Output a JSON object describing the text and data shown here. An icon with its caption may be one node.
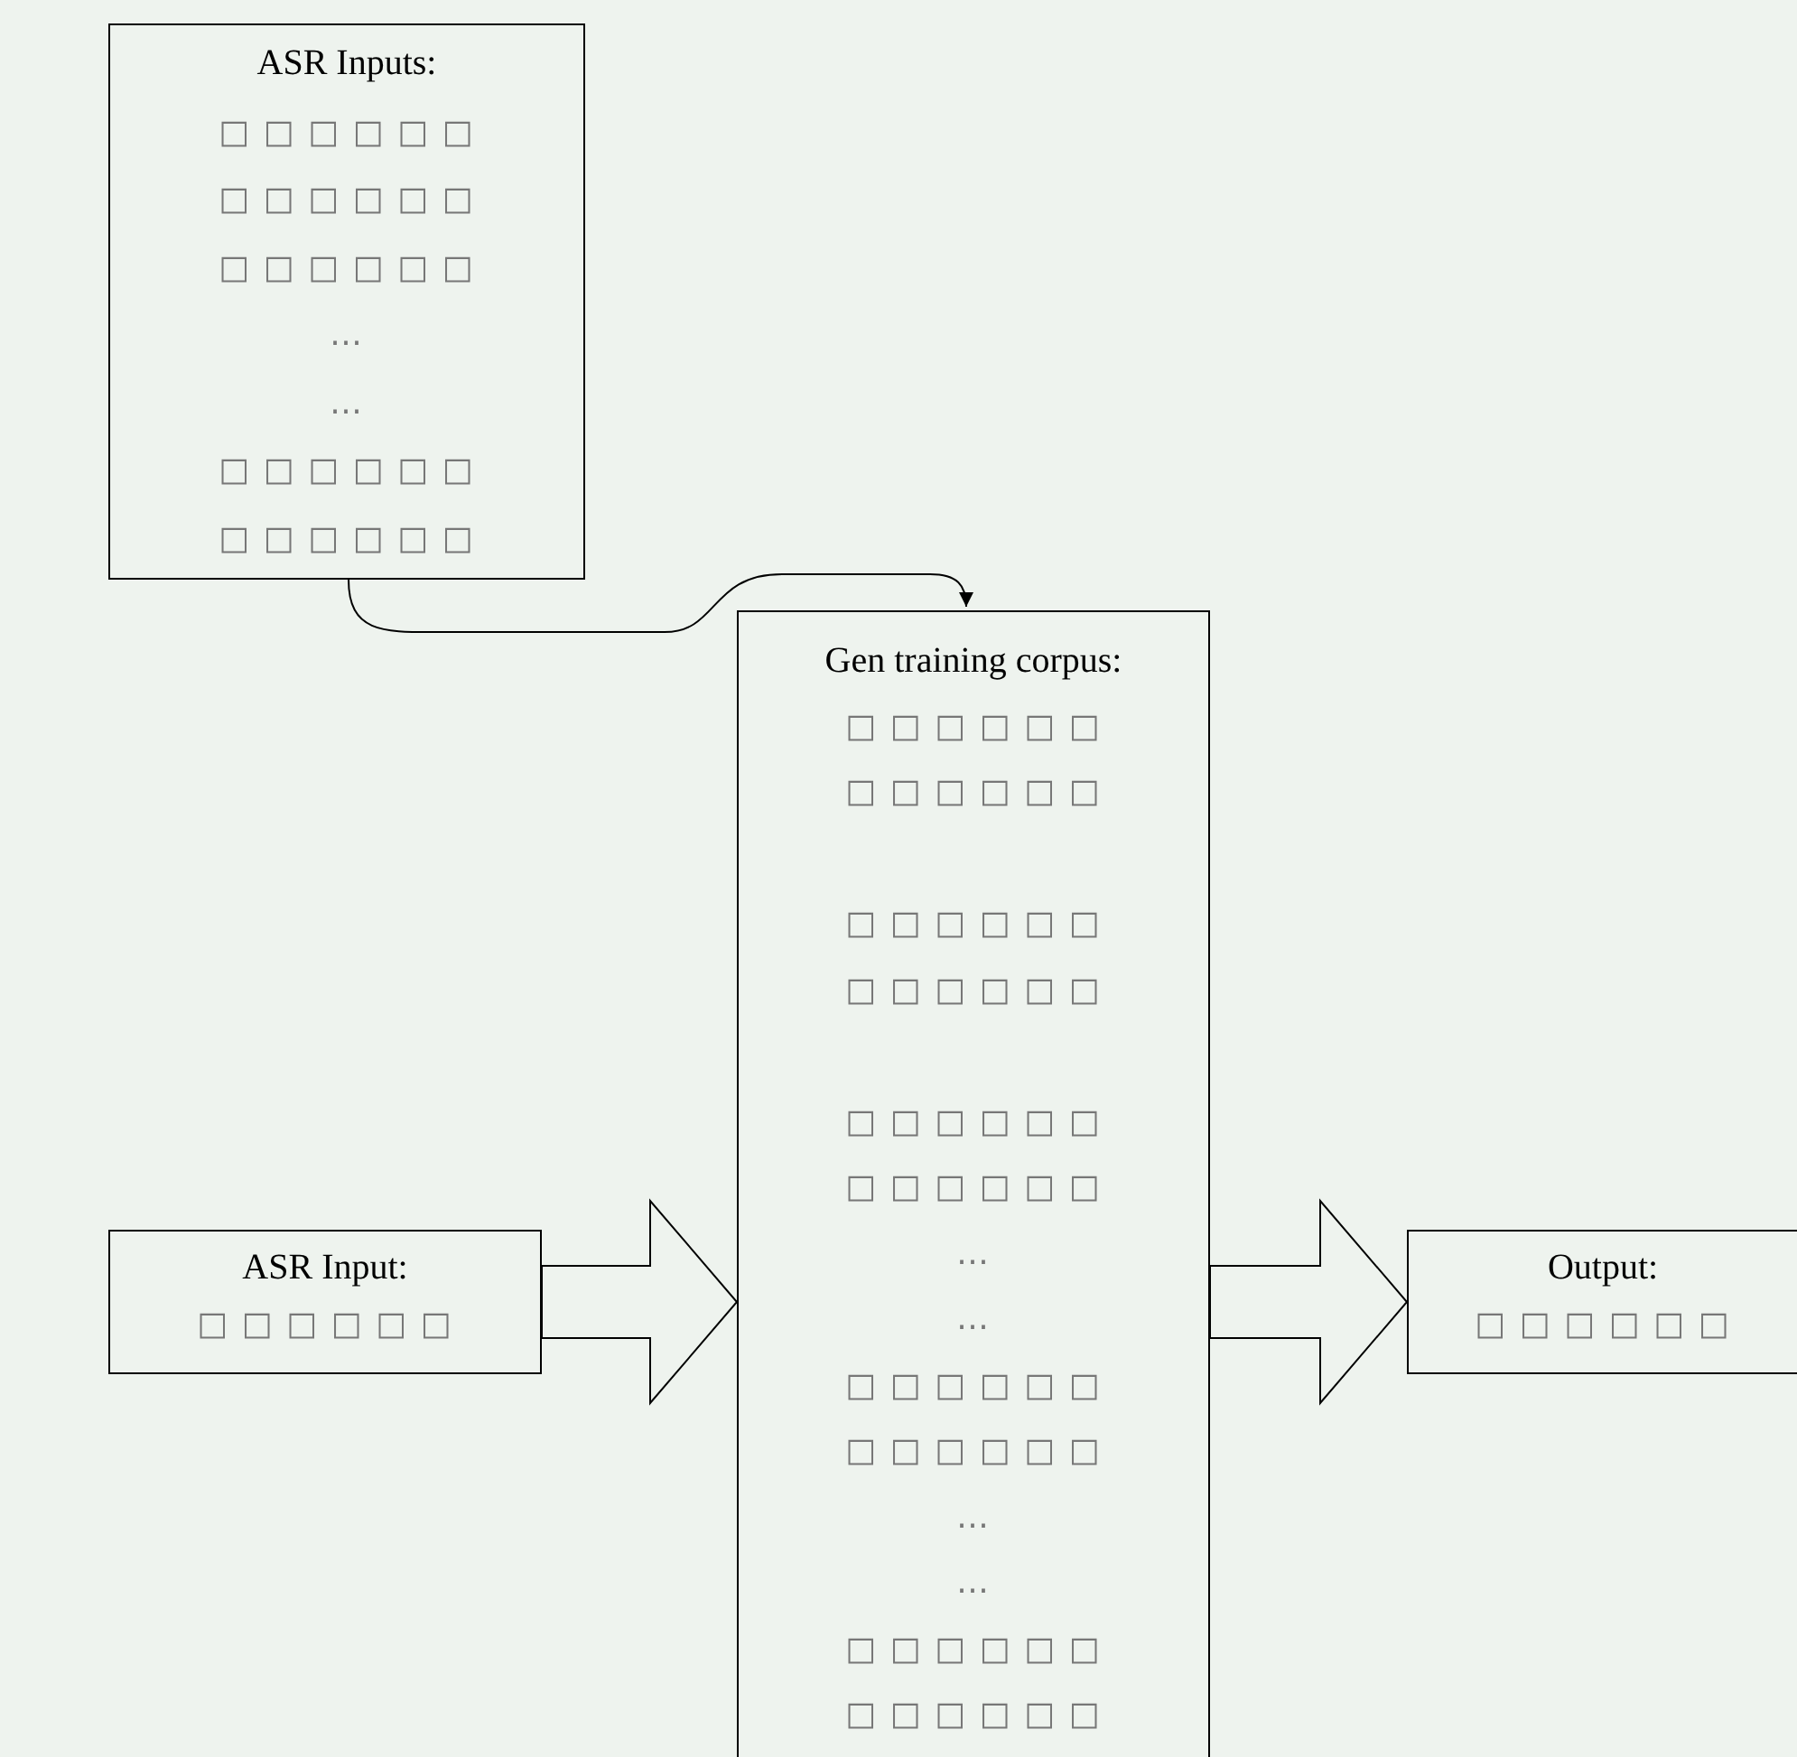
{
  "diagram": {
    "nodes": [
      {
        "text": [
          "ASR Inputs:",
          "□ □ □ □ □ □",
          "□ □ □ □ □ □",
          "□ □ □ □ □ □",
          "…",
          "…",
          "□ □ □ □ □ □",
          "□ □ □ □ □ □"
        ]
      },
      {
        "text": [
          "Gen training corpus:",
          "□ □ □ □ □ □",
          "□ □ □ □ □ □",
          "□ □ □ □ □ □",
          "□ □ □ □ □ □",
          "□ □ □ □ □ □",
          "□ □ □ □ □ □",
          "…",
          "…",
          "□ □ □ □ □ □",
          "□ □ □ □ □ □",
          "…",
          "…",
          "□ □ □ □ □ □",
          "□ □ □ □ □ □"
        ]
      },
      {
        "text": [
          "ASR Input:",
          "□ □ □ □ □ □"
        ]
      },
      {
        "text": [
          "Output:",
          "□ □ □ □ □ □"
        ]
      }
    ],
    "edges": [
      {
        "from": 0,
        "to": 1,
        "arrow": "to"
      },
      {
        "from": 2,
        "to": 1,
        "arrow": "to"
      },
      {
        "from": 1,
        "to": 3,
        "arrow": "to"
      }
    ]
  }
}
